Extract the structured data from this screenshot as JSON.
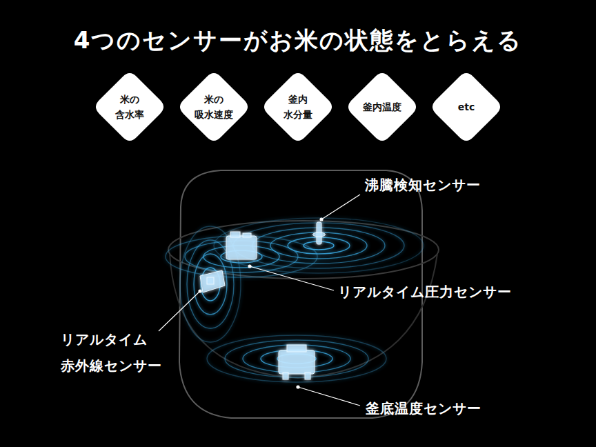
{
  "diagram": {
    "title": "4つのセンサーがお米の状態をとらえる",
    "nodes": [
      {
        "text": [
          "米の 含水率"
        ]
      },
      {
        "text": [
          "米の 吸水速度"
        ]
      },
      {
        "text": [
          "釜内 水分量"
        ]
      },
      {
        "text": [
          "釜内温度"
        ]
      },
      {
        "text": [
          "etc"
        ]
      }
    ],
    "labels": [
      "沸騰検知センサー",
      "リアルタイム圧力センサー",
      "リアルタイム 赤外線センサー",
      "釜底温度センサー"
    ]
  }
}
